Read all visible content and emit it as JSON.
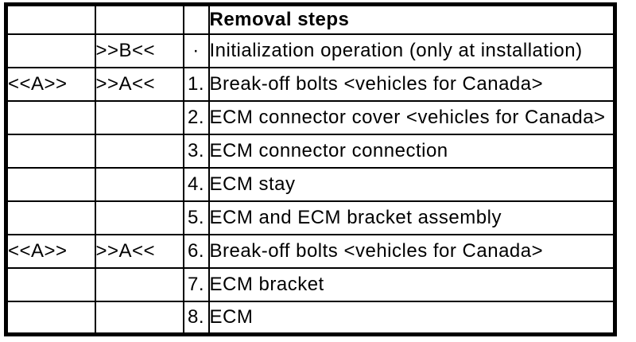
{
  "colors": {
    "background": "#ffffff",
    "border": "#000000",
    "text": "#000000"
  },
  "table": {
    "header": {
      "marker_a": "",
      "marker_b": "",
      "step": "",
      "title": "Removal steps"
    },
    "rows": [
      {
        "marker_a": "",
        "marker_b": ">>B<<",
        "step": "·",
        "description": "Initialization operation (only at installation)"
      },
      {
        "marker_a": "<<A>>",
        "marker_b": ">>A<<",
        "step": "1.",
        "description": "Break-off bolts <vehicles for Canada>"
      },
      {
        "marker_a": "",
        "marker_b": "",
        "step": "2.",
        "description": "ECM connector cover <vehicles for Canada>"
      },
      {
        "marker_a": "",
        "marker_b": "",
        "step": "3.",
        "description": "ECM connector connection"
      },
      {
        "marker_a": "",
        "marker_b": "",
        "step": "4.",
        "description": "ECM stay"
      },
      {
        "marker_a": "",
        "marker_b": "",
        "step": "5.",
        "description": "ECM and ECM bracket assembly"
      },
      {
        "marker_a": "<<A>>",
        "marker_b": ">>A<<",
        "step": "6.",
        "description": "Break-off bolts <vehicles for Canada>"
      },
      {
        "marker_a": "",
        "marker_b": "",
        "step": "7.",
        "description": "ECM bracket"
      },
      {
        "marker_a": "",
        "marker_b": "",
        "step": "8.",
        "description": "ECM"
      }
    ]
  }
}
